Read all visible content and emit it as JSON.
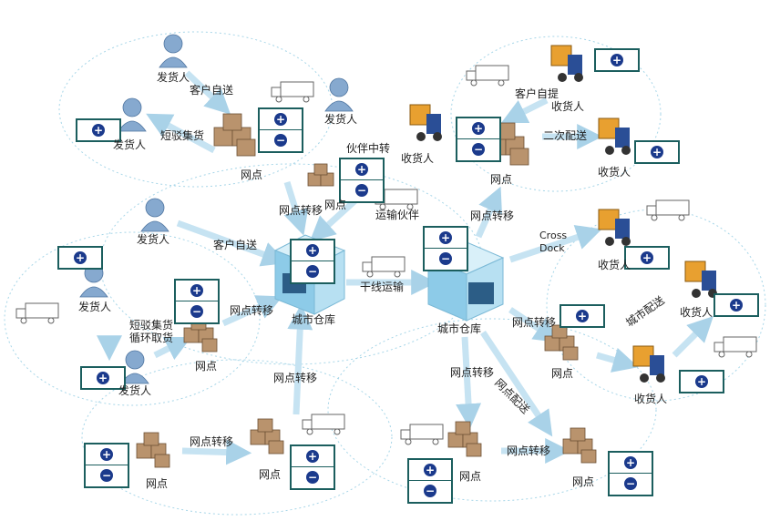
{
  "colors": {
    "arrow": "#bcdcee",
    "arrowEdge": "#9ccae3",
    "circle": "#9fd3e6",
    "box": "#b08a65",
    "person": "#7fa3c8",
    "counter": "#1b5e5e",
    "counterDot": "#1b3a8c"
  },
  "labels": {
    "shipper_top": "发货人",
    "customer_self_send_top": "客户自送",
    "shipper_left_upper": "发货人",
    "short_pickup_upper": "短驳集货",
    "outlet_top_left": "网点",
    "shipper_middle_top": "发货人",
    "partner_transfer": "伙伴中转",
    "receiver_partner": "收货人",
    "partner_transport": "运输伙伴",
    "outlet_partner": "网点",
    "customer_self_pickup": "客户自提",
    "receiver_top_right1": "收货人",
    "secondary_delivery": "二次配送",
    "receiver_top_right2": "收货人",
    "outlet_top_right": "网点",
    "outlet_transfer_top_right": "网点转移",
    "outlet_transfer_top_left": "网点转移",
    "shipper_middle": "发货人",
    "customer_self_send_middle": "客户自送",
    "shipper_left_lower1": "发货人",
    "short_pickup_lower": "短驳集货",
    "loop_pickup": "循环取货",
    "outlet_left": "网点",
    "outlet_transfer_left": "网点转移",
    "shipper_left_lower2": "发货人",
    "city_warehouse_left": "城市仓库",
    "trunk_transport": "干线运输",
    "city_warehouse_right": "城市仓库",
    "cross_dock": "Cross\nDock",
    "receiver_cross_dock": "收货人",
    "city_delivery": "城市配送",
    "receiver_right1": "收货人",
    "outlet_transfer_right": "网点转移",
    "outlet_right": "网点",
    "receiver_right2": "收货人",
    "outlet_transfer_bottom_left_up": "网点转移",
    "outlet_bottom_left1": "网点",
    "outlet_transfer_bottom_left": "网点转移",
    "outlet_bottom_left2": "网点",
    "outlet_transfer_bottom_right": "网点转移",
    "outlet_delivery_bottom_right": "网点配送",
    "outlet_bottom_right1": "网点",
    "outlet_transfer_bottom_right2": "网点转移",
    "outlet_bottom_right2": "网点"
  },
  "icons": [
    "person-icon",
    "boxes-icon",
    "forklift-icon",
    "truck-icon",
    "warehouse-icon",
    "plus-minus-counter"
  ]
}
